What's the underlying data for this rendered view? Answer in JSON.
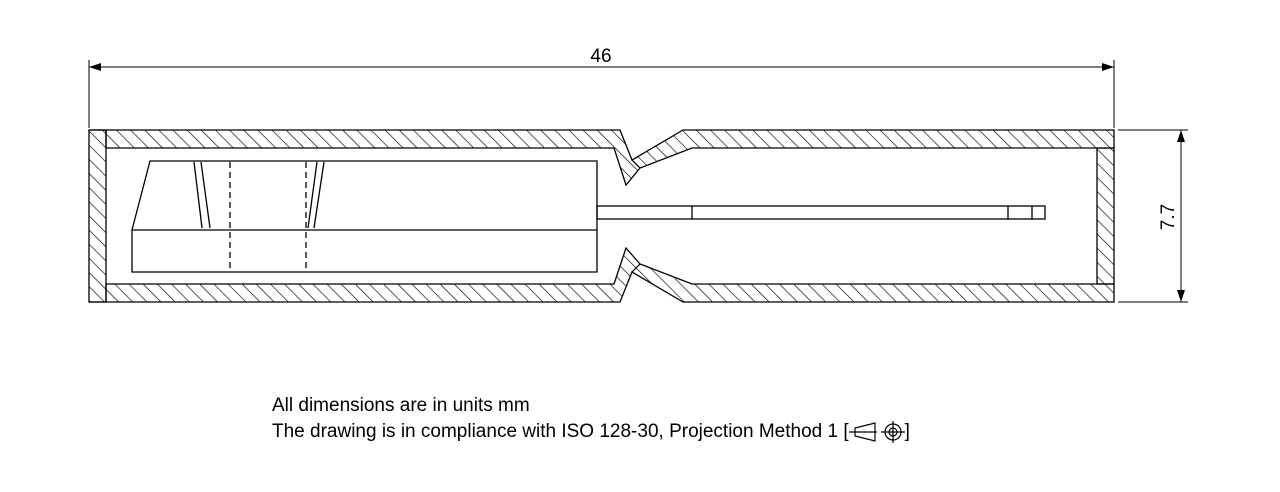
{
  "drawing": {
    "length_label": "46",
    "height_label": "7.7",
    "line_color": "#000000",
    "hatch_color": "#000000"
  },
  "notes": {
    "units": "All dimensions are in units mm",
    "compliance_prefix": "The drawing is in compliance with ISO 128-30, Projection Method 1 [",
    "compliance_suffix": "]",
    "projection_symbol_icon": "first-angle-projection-icon"
  }
}
